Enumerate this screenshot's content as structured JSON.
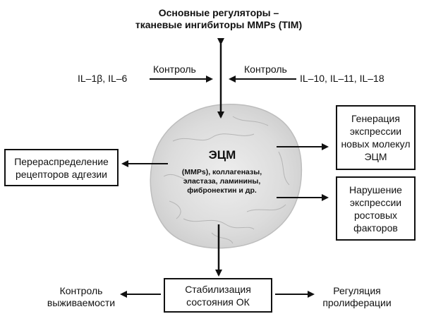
{
  "title": {
    "line1": "Основные регуляторы –",
    "line2": "тканевые ингибиторы MMPs (TIM)"
  },
  "left_control": {
    "cytokines": "IL–1β, IL–6",
    "label": "Контроль"
  },
  "right_control": {
    "cytokines": "IL–10, IL–11, IL–18",
    "label": "Контроль"
  },
  "center": {
    "title": "ЭЦМ",
    "lines": [
      "(MMPs), коллагеназы,",
      "эластаза, ламинины,",
      "фибронектин и др."
    ]
  },
  "boxes": {
    "generation": [
      "Генерация",
      "экспрессии",
      "новых молекул",
      "ЭЦМ"
    ],
    "redistribution": [
      "Перераспределение",
      "рецепторов адгезии"
    ],
    "violation": [
      "Нарушение",
      "экспрессии",
      "ростовых",
      "факторов"
    ],
    "stabilization": [
      "Стабилизация",
      "состояния ОК"
    ]
  },
  "bottom_left": [
    "Контроль",
    "выживаемости"
  ],
  "bottom_right": [
    "Регуляция",
    "пролиферации"
  ]
}
